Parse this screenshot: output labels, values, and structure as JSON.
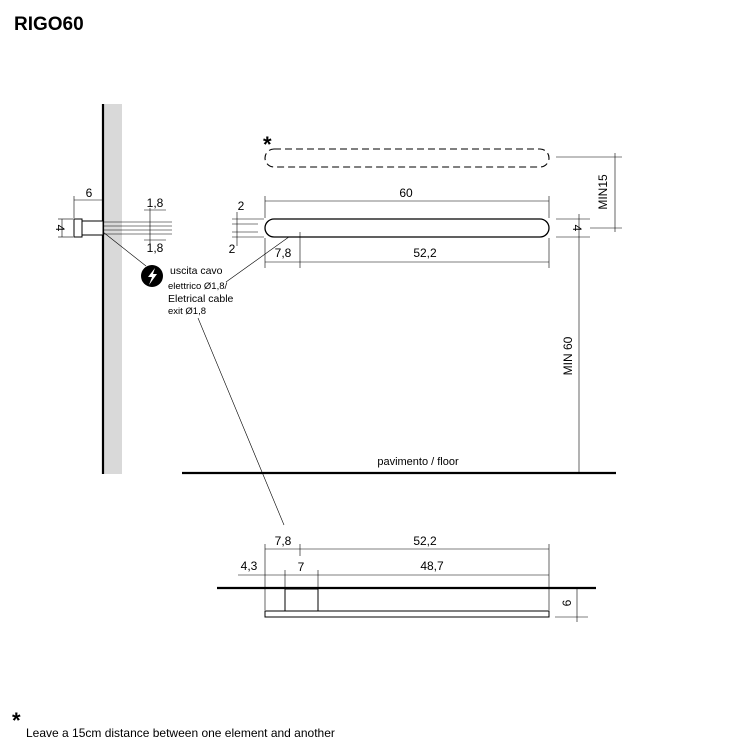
{
  "title": "RIGO60",
  "footnote": {
    "marker": "*",
    "text": "Leave a 15cm distance between one element and another"
  },
  "floor_label": "pavimento / floor",
  "cable_note": {
    "line1": "uscita cavo",
    "line2": "elettrico Ø1,8/",
    "line3": "Eletrical cable",
    "line4": "exit Ø1,8",
    "icon": "lightning-bolt-icon"
  },
  "side_view": {
    "depth": "6",
    "height": "4",
    "offset_top": "1,8",
    "offset_bottom": "1,8"
  },
  "front_view": {
    "star": "*",
    "overall_length": "60",
    "gap_top": "2",
    "gap_bottom": "2",
    "bar_height": "4",
    "left_offset": "7,8",
    "span": "52,2",
    "min_spacing": "MIN15",
    "min_height": "MIN 60"
  },
  "top_view": {
    "left_offset": "7,8",
    "span": "52,2",
    "edge": "4,3",
    "bracket": "7",
    "rest": "48,7",
    "depth": "6"
  }
}
